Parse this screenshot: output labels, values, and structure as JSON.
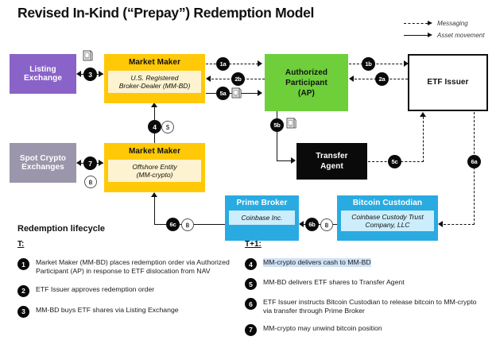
{
  "title": "Revised In-Kind (“Prepay”) Redemption Model",
  "legend": {
    "items": [
      {
        "label": "Messaging",
        "style": "dashed"
      },
      {
        "label": "Asset movement",
        "style": "solid"
      }
    ]
  },
  "colors": {
    "purple": "#8a63c8",
    "gray": "#9b96ac",
    "yellow": "#ffc907",
    "yellow_inner": "#fdf3d0",
    "green": "#6ecf3a",
    "cyan": "#29abe2",
    "cyan_inner": "#ccedfb",
    "black": "#0a0a0a",
    "white": "#ffffff",
    "highlight": "#cfe2f7"
  },
  "nodes": {
    "listing_exchange": {
      "title": "Listing\nExchange"
    },
    "spot_crypto": {
      "title": "Spot Crypto\nExchanges"
    },
    "market_maker_bd": {
      "title": "Market Maker",
      "sub": "U.S. Registered\nBroker-Dealer (MM-BD)"
    },
    "market_maker_crypto": {
      "title": "Market Maker",
      "sub": "Offshore Entity\n(MM-crypto)"
    },
    "authorized_participant": {
      "title": "Authorized\nParticipant\n(AP)"
    },
    "etf_issuer": {
      "title": "ETF Issuer"
    },
    "transfer_agent": {
      "title": "Transfer\nAgent"
    },
    "prime_broker": {
      "title": "Prime Broker",
      "sub": "Coinbase Inc."
    },
    "bitcoin_custodian": {
      "title": "Bitcoin Custodian",
      "sub": "Coinbase Custody Trust\nCompany, LLC"
    }
  },
  "flow_badges": {
    "b1a": "1a",
    "b1b": "1b",
    "b2a": "2a",
    "b2b": "2b",
    "b3": "3",
    "b4": "4",
    "b5a": "5a",
    "b5b": "5b",
    "b5c": "5c",
    "b6a": "6a",
    "b6b": "6b",
    "b6c": "6c",
    "b7": "7"
  },
  "tokens": {
    "dollar": "$",
    "bitcoin": "฿"
  },
  "lifecycle": {
    "heading": "Redemption lifecycle",
    "columns": [
      {
        "header": "T:",
        "steps": [
          {
            "num": "1",
            "text": "Market Maker (MM-BD) places redemption order via Authorized Participant (AP) in response to ETF dislocation from NAV",
            "highlighted": false
          },
          {
            "num": "2",
            "text": "ETF Issuer approves redemption order",
            "highlighted": false
          },
          {
            "num": "3",
            "text": "MM-BD buys ETF shares via Listing Exchange",
            "highlighted": false
          }
        ]
      },
      {
        "header": "T+1:",
        "steps": [
          {
            "num": "4",
            "text": "MM-crypto delivers cash to MM-BD",
            "highlighted": true
          },
          {
            "num": "5",
            "text": "MM-BD delivers ETF shares to Transfer Agent",
            "highlighted": false
          },
          {
            "num": "6",
            "text": "ETF Issuer instructs Bitcoin Custodian to release bitcoin to MM-crypto via transfer through Prime Broker",
            "highlighted": false
          },
          {
            "num": "7",
            "text": "MM-crypto may unwind bitcoin position",
            "highlighted": false
          }
        ]
      }
    ]
  }
}
